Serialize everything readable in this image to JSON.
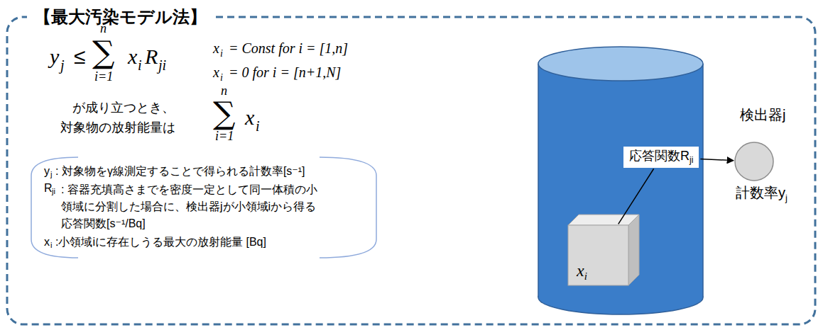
{
  "diagram": {
    "title": "【最大汚染モデル法】",
    "nodes": [
      {
        "text": [
          "x",
          "i"
        ]
      },
      {
        "text": [
          "応答関数R",
          "ji"
        ]
      },
      {
        "text": [
          "検出器j",
          "計数率y",
          "j"
        ]
      }
    ],
    "edges": [
      {
        "from": 0,
        "to": 1,
        "arrow": "none"
      },
      {
        "from": 1,
        "to": 2,
        "arrow": "to"
      }
    ],
    "labels": [
      "y",
      "j",
      "≤",
      "n",
      "∑",
      "i=1",
      "x",
      "i",
      "R",
      "ji",
      "x",
      "i",
      "= Const for i = [1,n]",
      "x",
      "i",
      "= 0 for i = [n+1,N]",
      "が成り立つとき、",
      "対象物の放射能量は",
      "n",
      "∑",
      "i=1",
      "x",
      "i",
      "y",
      "j",
      ": 対象物をγ線測定することで得られる計数率[s⁻¹]",
      "R",
      "ji",
      ": 容器充填高さまでを密度一定として同一体積の小領域に分割した場合に、検出器jが小領域iから得る応答関数[s⁻¹/Bq]",
      "x",
      "i",
      ":小領域iに存在しうる最大の放射能量 [Bq]"
    ]
  }
}
